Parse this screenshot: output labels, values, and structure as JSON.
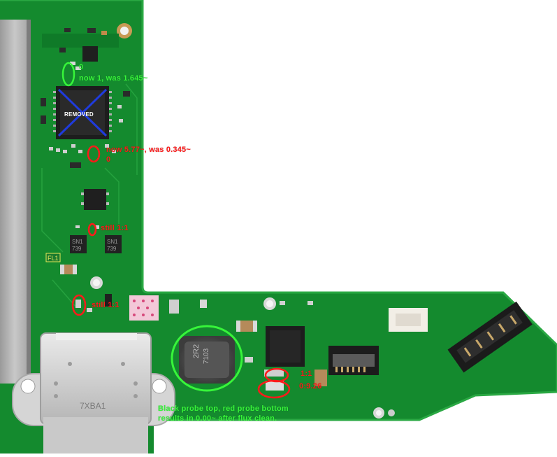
{
  "photo": {
    "subject": "Nintendo Switch PCB with USB-C port",
    "colors": {
      "board": "#148a2e",
      "annotation_green": "#37f53a",
      "annotation_red": "#ff1a1a",
      "cross": "#1f3bdc"
    }
  },
  "annotations": {
    "top_zero": "0",
    "top_now": "now 1, was 1.645~",
    "removed": "REMOVED",
    "mid_now": "now 5.77~, was 0.345~",
    "mid_zero": "0",
    "still_a": "still 1:1",
    "still_b": "still 1:1",
    "ratio_a": "1:1",
    "ratio_b": "0:9.26",
    "footer_line1": "Black probe top, red probe bottom",
    "footer_line2": "results in 0.00~ after flux clean."
  },
  "markings": {
    "chip1": "SN1",
    "chip1b": "739",
    "chip2": "SN1",
    "chip2b": "739",
    "inductor": "2R2",
    "inductor2": "7103",
    "port_text": "7XBA1",
    "fl1": "FL1"
  }
}
